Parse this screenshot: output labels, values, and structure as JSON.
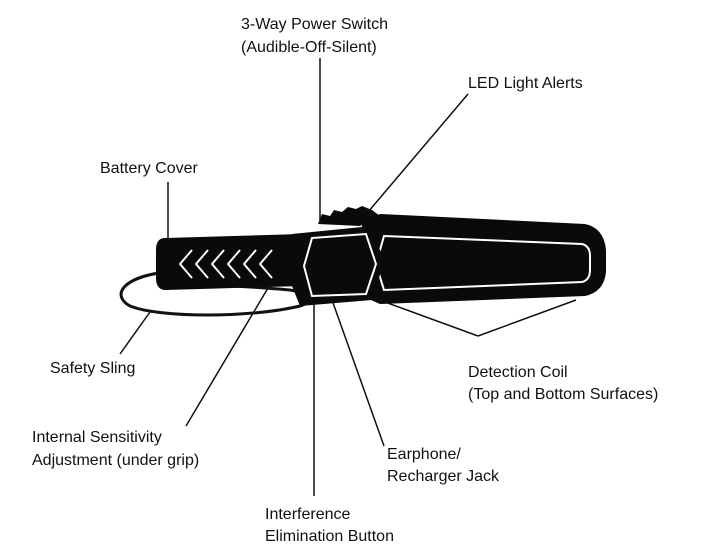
{
  "labels": {
    "power_switch": [
      "3-Way Power Switch",
      "(Audible-Off-Silent)"
    ],
    "led_alerts": [
      "LED Light Alerts"
    ],
    "battery_cover": [
      "Battery Cover"
    ],
    "safety_sling": [
      "Safety Sling"
    ],
    "detection_coil": [
      "Detection Coil",
      "(Top and Bottom Surfaces)"
    ],
    "sensitivity": [
      "Internal Sensitivity",
      "Adjustment (under grip)"
    ],
    "earphone": [
      "Earphone/",
      "Recharger Jack"
    ],
    "interference": [
      "Interference",
      "Elimination Button"
    ]
  },
  "colors": {
    "ink": "#111111",
    "body": "#0a0a0a",
    "highlight": "#ffffff",
    "background": "#ffffff"
  }
}
